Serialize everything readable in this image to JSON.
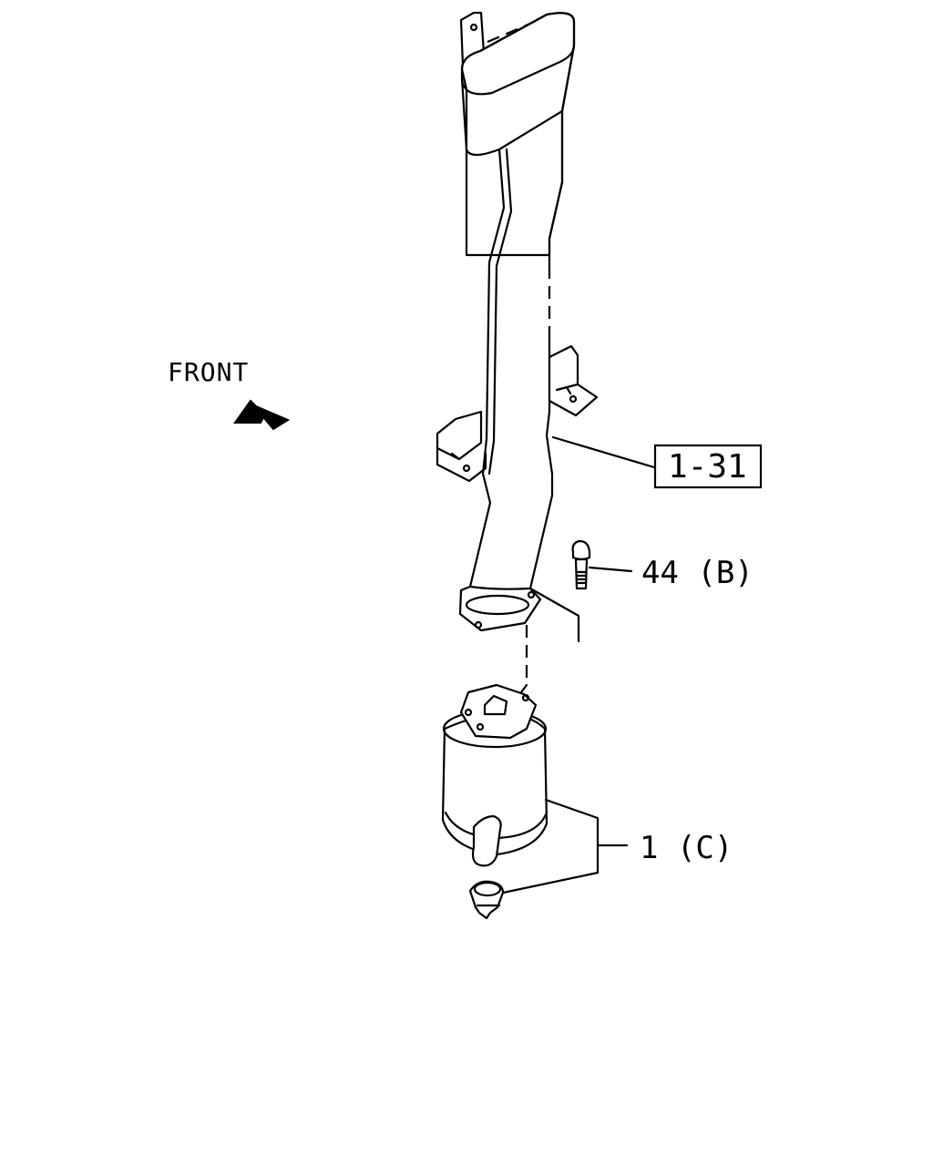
{
  "direction_label": "FRONT",
  "callouts": {
    "pipe_ref": "1-31",
    "bolt": "44 (B)",
    "converter": "1 (C)"
  },
  "colors": {
    "ink": "#000000",
    "background": "#ffffff"
  },
  "icons": [
    "front-arrow-icon"
  ]
}
